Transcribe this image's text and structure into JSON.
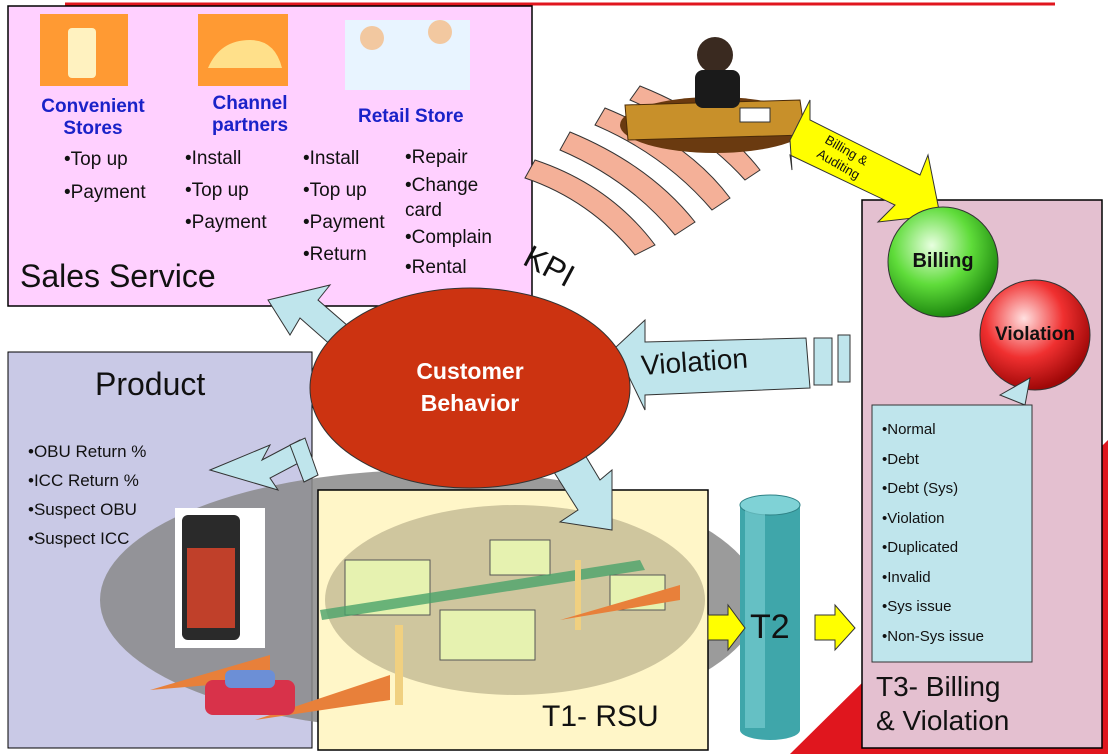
{
  "sales": {
    "title": "Sales Service",
    "convenient": {
      "label1": "Convenient",
      "label2": "Stores",
      "items": [
        "•Top up",
        "•Payment"
      ]
    },
    "channel": {
      "label1": "Channel",
      "label2": "partners",
      "items": [
        "•Install",
        "•Top up",
        "•Payment"
      ]
    },
    "retail": {
      "label": "Retail Store",
      "col1": [
        "•Install",
        "•Top up",
        "•Payment",
        "•Return"
      ],
      "col2": [
        "•Repair",
        "•Change",
        "card",
        "•Complain",
        "•Rental"
      ]
    }
  },
  "product": {
    "title": "Product",
    "items": [
      "•OBU Return %",
      "•ICC  Return %",
      "•Suspect OBU",
      "•Suspect ICC"
    ]
  },
  "center": {
    "line1": "Customer",
    "line2": "Behavior"
  },
  "kpi": "KPI",
  "billing_auditing": {
    "line1": "Billing &",
    "line2": "Auditing"
  },
  "billing": "Billing",
  "violation_circle": "Violation",
  "violation_arrow": "Violation",
  "violation_list": [
    "•Normal",
    "•Debt",
    "•Debt (Sys)",
    "•Violation",
    "•Duplicated",
    "•Invalid",
    "•Sys issue",
    "•Non-Sys issue"
  ],
  "t1": "T1- RSU",
  "t2": "T2",
  "t3": {
    "line1": "T3- Billing",
    "line2": "& Violation"
  },
  "colors": {
    "accent_red": "#e0161e",
    "sales_bg": "#ffd0ff",
    "product_bg": "#c9c9e6",
    "t3_bg": "#e4c0d0",
    "arrow_fill": "#bfe5ec",
    "center_fill": "#cc3311"
  }
}
